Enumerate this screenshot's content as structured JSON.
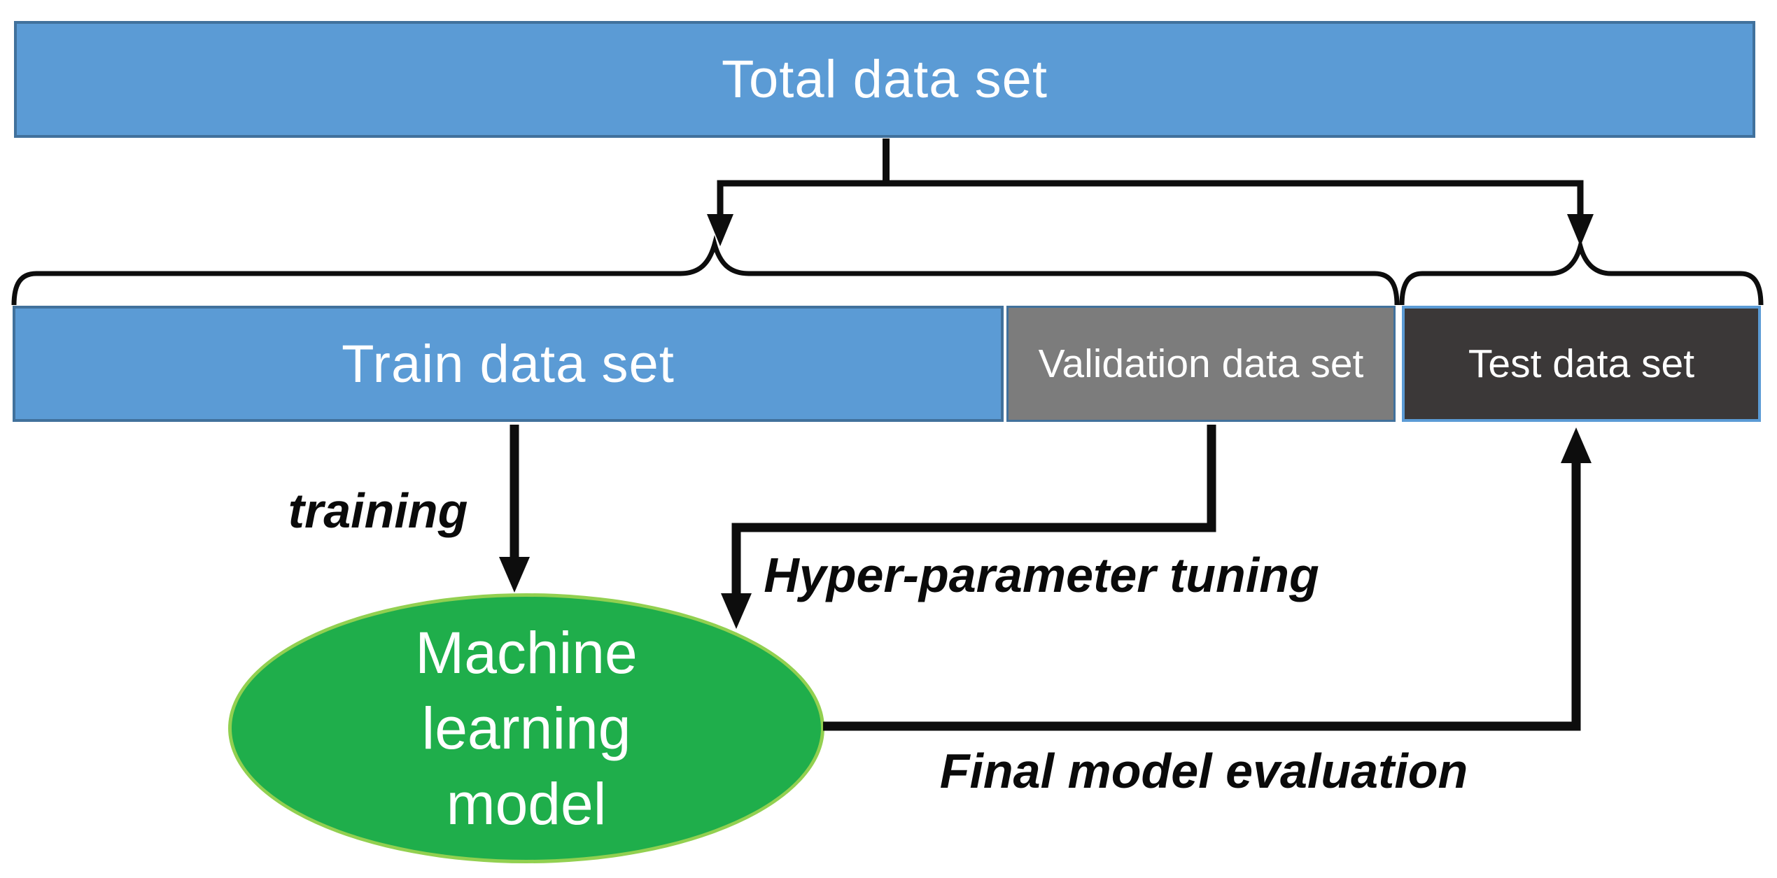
{
  "title": "Machine learning data split diagram",
  "boxes": {
    "total": "Total data set",
    "train": "Train data set",
    "validation": "Validation data set",
    "test": "Test data set",
    "model": "Machine learning model"
  },
  "flow_labels": {
    "training": "training",
    "hyperparameter": "Hyper-parameter tuning",
    "evaluation": "Final model evaluation"
  },
  "connectors": [
    {
      "name": "total-split",
      "from": "Total data set",
      "to": "Train data set + Validation data set / Test data set",
      "type": "branching rail with two down arrows onto braces"
    },
    {
      "name": "training",
      "from": "Train data set",
      "to": "Machine learning model",
      "label": "training"
    },
    {
      "name": "hyperparameter-tuning",
      "from": "Validation data set",
      "to": "Machine learning model",
      "label": "Hyper-parameter tuning"
    },
    {
      "name": "final-evaluation",
      "from": "Machine learning model",
      "to": "Test data set",
      "label": "Final model evaluation"
    }
  ],
  "colors": {
    "bar_blue": "#5B9BD5",
    "bar_blue_border": "#41719C",
    "validation_gray": "#7C7C7C",
    "test_dark": "#3B3838",
    "test_border_blue": "#5B9BD5",
    "model_green": "#1FAE4B",
    "model_green_border": "#92D050",
    "connector_black": "#0D0D0D",
    "label_white": "#FFFFFF",
    "text_black": "#0A0A0A"
  }
}
